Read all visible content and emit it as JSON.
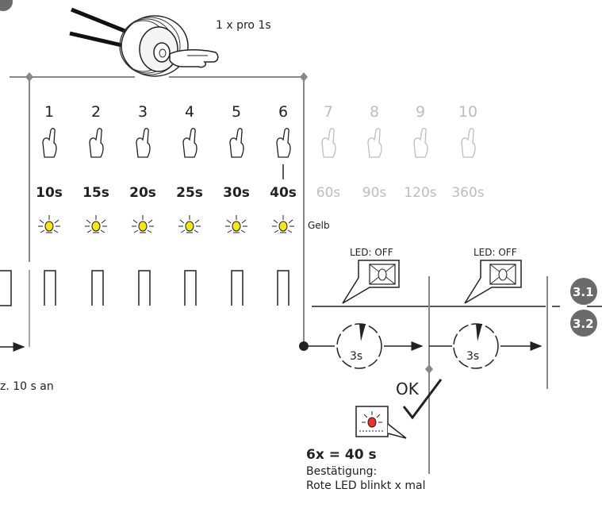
{
  "press_instruction": "1 x pro 1s",
  "steps_active": [
    {
      "number": "1",
      "duration": "10s"
    },
    {
      "number": "2",
      "duration": "15s"
    },
    {
      "number": "3",
      "duration": "20s"
    },
    {
      "number": "4",
      "duration": "25s"
    },
    {
      "number": "5",
      "duration": "30s"
    },
    {
      "number": "6",
      "duration": "40s"
    }
  ],
  "steps_inactive": [
    {
      "number": "7",
      "duration": "60s"
    },
    {
      "number": "8",
      "duration": "90s"
    },
    {
      "number": "9",
      "duration": "120s"
    },
    {
      "number": "10",
      "duration": "360s"
    }
  ],
  "led_color_label": "Gelb",
  "led_off_label_1": "LED: OFF",
  "led_off_label_2": "LED: OFF",
  "timer_1": "3s",
  "timer_2": "3s",
  "badge_1": "3.1",
  "badge_2": "3.2",
  "ok_label": "OK",
  "left_partial_text": "z. 10 s an",
  "result_formula": "6x = 40 s",
  "confirmation_title": "Bestätigung:",
  "confirmation_text": "Rote LED blinkt x mal",
  "colors": {
    "led_yellow": "#f5e51b",
    "led_red": "#e8342a",
    "badge": "#6b6b6b",
    "inactive": "#bdbdbd"
  }
}
